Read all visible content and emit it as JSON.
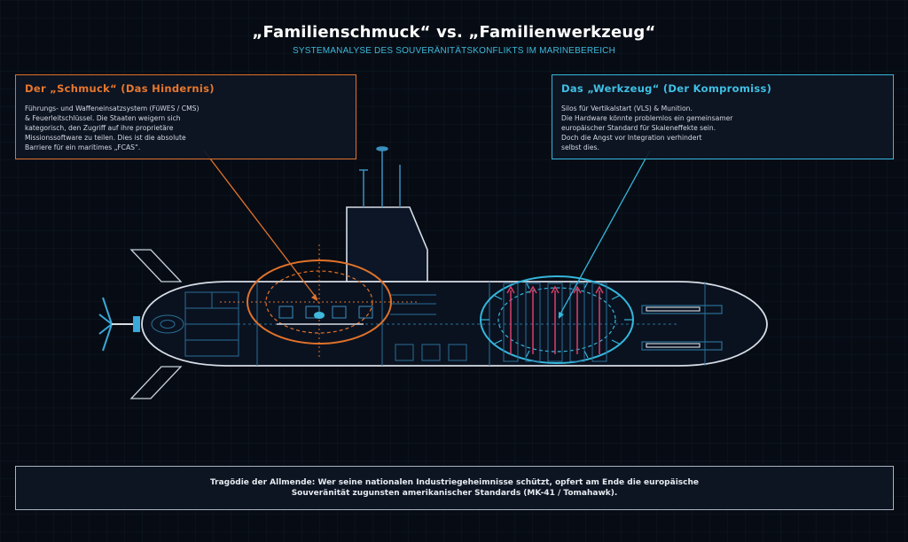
{
  "header": {
    "title": "„Familienschmuck“ vs. „Familienwerkzeug“",
    "subtitle": "SYSTEMANALYSE DES SOUVERÄNITÄTSKONFLIKTS IM MARINEBEREICH"
  },
  "left_box": {
    "heading": "Der „Schmuck“ (Das Hindernis)",
    "text": "Führungs- und Waffeneinsatzsystem (FüWES / CMS)\n& Feuerleitschlüssel. Die Staaten weigern sich\nkategorisch, den Zugriff auf ihre proprietäre\nMissionssoftware zu teilen. Dies ist die absolute\nBarriere für ein maritimes „FCAS“."
  },
  "right_box": {
    "heading": "Das „Werkzeug“ (Der Kompromiss)",
    "text": "Silos für Vertikalstart (VLS) & Munition.\nDie Hardware könnte problemlos ein gemeinsamer\neuropäischer Standard für Skaleneffekte sein.\nDoch die Angst vor Integration verhindert\nselbst dies."
  },
  "footer": {
    "text": "Tragödie der Allmende: Wer seine nationalen Industriegeheimnisse schützt, opfert am Ende die europäische\nSouveränität zugunsten amerikanischer Standards (MK-41 / Tomahawk)."
  },
  "colors": {
    "background": "#070c14",
    "orange_accent": "#e0722a",
    "cyan_accent": "#35b7dc",
    "hull_outline": "#d8dee6",
    "missile_red": "#d9406a",
    "blueprint_blue": "#2a6f96"
  }
}
